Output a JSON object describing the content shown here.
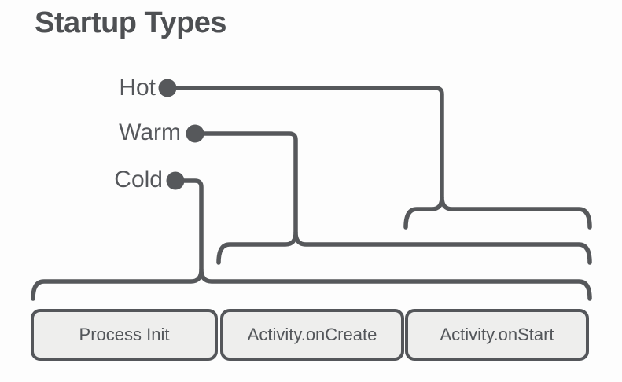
{
  "diagram": {
    "title": "Startup Types",
    "startup_types": [
      {
        "label": "Hot",
        "covers": [
          "Activity.onStart"
        ]
      },
      {
        "label": "Warm",
        "covers": [
          "Activity.onCreate",
          "Activity.onStart"
        ]
      },
      {
        "label": "Cold",
        "covers": [
          "Process Init",
          "Activity.onCreate",
          "Activity.onStart"
        ]
      }
    ],
    "phases": [
      "Process Init",
      "Activity.onCreate",
      "Activity.onStart"
    ],
    "colors": {
      "line": "#56585b",
      "title_text": "#4e5053",
      "label_text": "#55575b",
      "box_fill": "#eeeeed",
      "box_border": "#54565a",
      "box_text": "#53565a",
      "background": "#fdfdfd"
    }
  }
}
